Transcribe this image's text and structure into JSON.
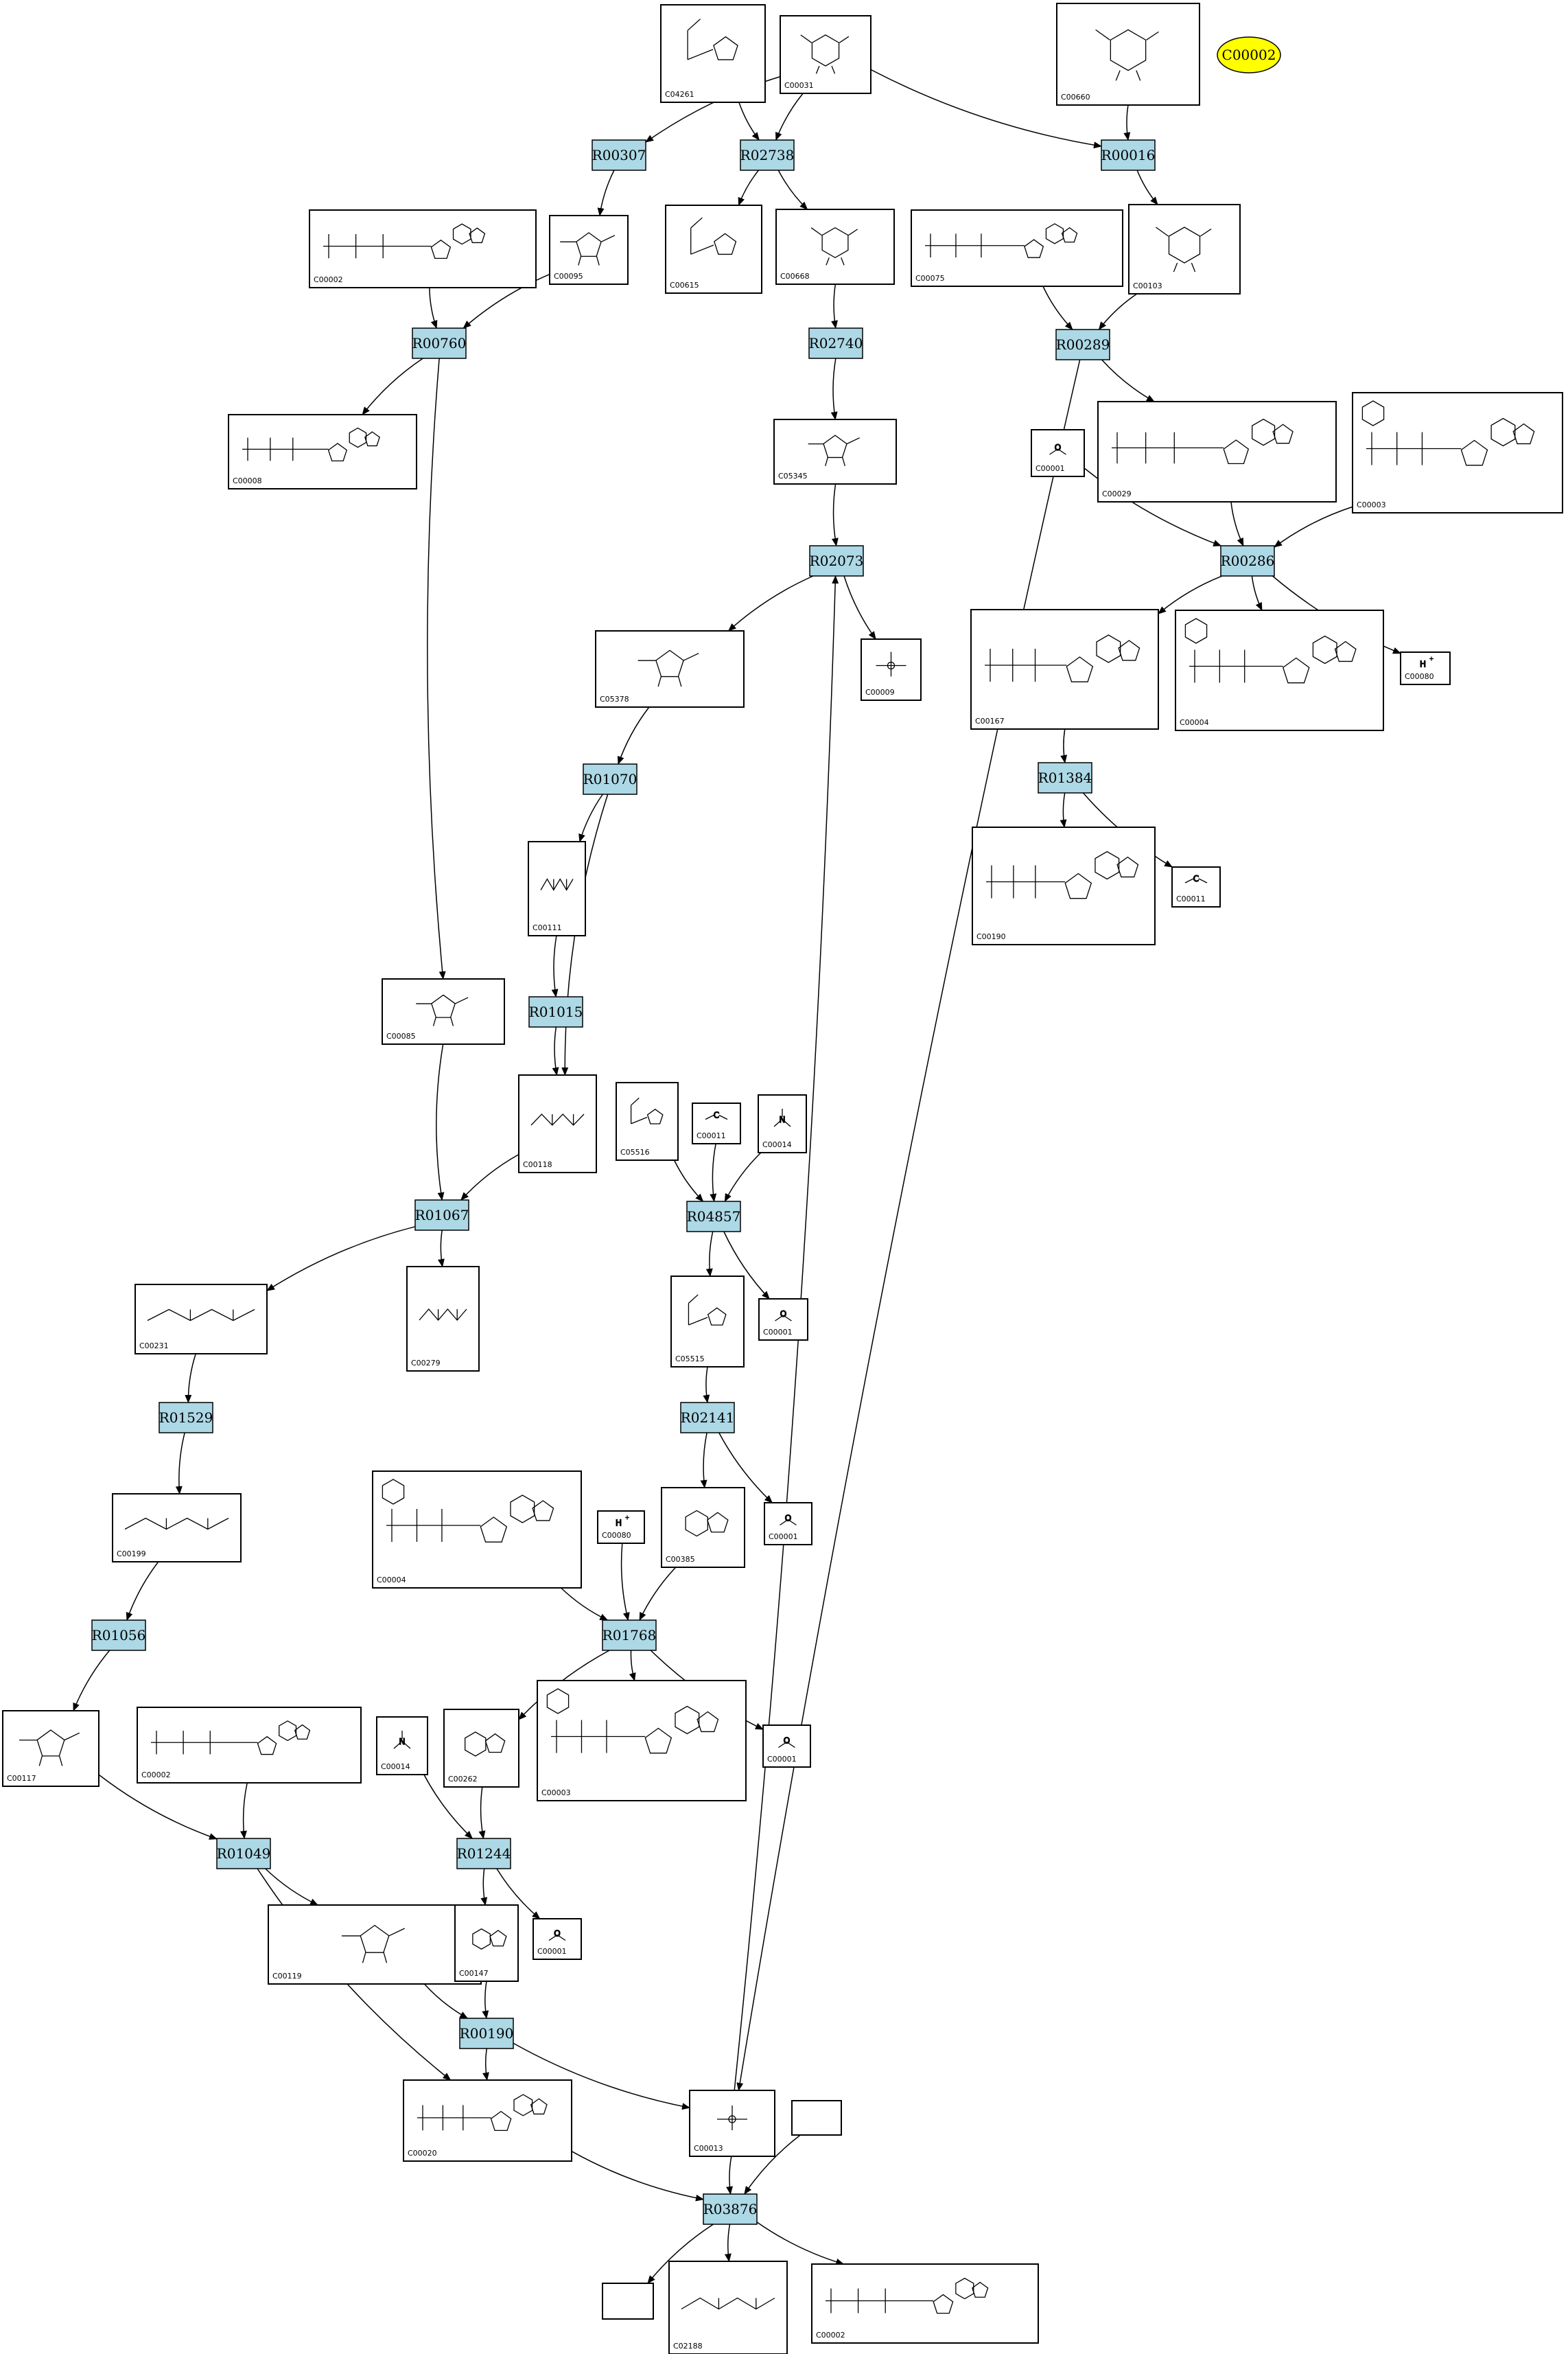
{
  "legend": {
    "label": "C00002",
    "color": "#ffff00"
  },
  "colors": {
    "reaction_fill": "#add8e6",
    "compound_fill": "#ffffff",
    "stroke": "#000000"
  },
  "reactions": [
    {
      "id": "R00307",
      "label": "R00307"
    },
    {
      "id": "R02738",
      "label": "R02738"
    },
    {
      "id": "R00016",
      "label": "R00016"
    },
    {
      "id": "R00760",
      "label": "R00760"
    },
    {
      "id": "R02740",
      "label": "R02740"
    },
    {
      "id": "R00289",
      "label": "R00289"
    },
    {
      "id": "R02073",
      "label": "R02073"
    },
    {
      "id": "R00286",
      "label": "R00286"
    },
    {
      "id": "R01070",
      "label": "R01070"
    },
    {
      "id": "R01384",
      "label": "R01384"
    },
    {
      "id": "R01015",
      "label": "R01015"
    },
    {
      "id": "R01067",
      "label": "R01067"
    },
    {
      "id": "R04857",
      "label": "R04857"
    },
    {
      "id": "R01529",
      "label": "R01529"
    },
    {
      "id": "R02141",
      "label": "R02141"
    },
    {
      "id": "R01768",
      "label": "R01768"
    },
    {
      "id": "R01056",
      "label": "R01056"
    },
    {
      "id": "R01049",
      "label": "R01049"
    },
    {
      "id": "R01244",
      "label": "R01244"
    },
    {
      "id": "R00190",
      "label": "R00190"
    },
    {
      "id": "R03876",
      "label": "R03876"
    }
  ],
  "compounds": [
    {
      "key": "c04261",
      "label": "C04261",
      "mol": "imidazole"
    },
    {
      "key": "c00031",
      "label": "C00031",
      "mol": "pyranose"
    },
    {
      "key": "c00660",
      "label": "C00660",
      "mol": "pyranose"
    },
    {
      "key": "c00002_a",
      "label": "C00002",
      "mol": "nucleotide"
    },
    {
      "key": "c00095",
      "label": "C00095",
      "mol": "furanose"
    },
    {
      "key": "c00615",
      "label": "C00615",
      "mol": "imidazole"
    },
    {
      "key": "c00668",
      "label": "C00668",
      "mol": "pyranose"
    },
    {
      "key": "c00075",
      "label": "C00075",
      "mol": "nucleotide"
    },
    {
      "key": "c00103",
      "label": "C00103",
      "mol": "pyranose"
    },
    {
      "key": "c00008",
      "label": "C00008",
      "mol": "nucleotide"
    },
    {
      "key": "c05345",
      "label": "C05345",
      "mol": "furanose"
    },
    {
      "key": "c00001_a",
      "label": "C00001",
      "mol": "water"
    },
    {
      "key": "c00029",
      "label": "C00029",
      "mol": "nucleotide"
    },
    {
      "key": "c00003_a",
      "label": "C00003",
      "mol": "dinucleotide"
    },
    {
      "key": "c05378",
      "label": "C05378",
      "mol": "furanose"
    },
    {
      "key": "c00009_a",
      "label": "C00009",
      "mol": "phosphate"
    },
    {
      "key": "c00167",
      "label": "C00167",
      "mol": "nucleotide"
    },
    {
      "key": "c00004_a",
      "label": "C00004",
      "mol": "dinucleotide"
    },
    {
      "key": "c00080_a",
      "label": "C00080",
      "mol": "proton"
    },
    {
      "key": "c00111",
      "label": "C00111",
      "mol": "chain"
    },
    {
      "key": "c00190",
      "label": "C00190",
      "mol": "nucleotide"
    },
    {
      "key": "c00011_a",
      "label": "C00011",
      "mol": "co2"
    },
    {
      "key": "c00085",
      "label": "C00085",
      "mol": "furanose"
    },
    {
      "key": "c00118",
      "label": "C00118",
      "mol": "chain"
    },
    {
      "key": "c05516",
      "label": "C05516",
      "mol": "imidazole"
    },
    {
      "key": "c00011_b",
      "label": "C00011",
      "mol": "co2"
    },
    {
      "key": "c00014_a",
      "label": "C00014",
      "mol": "ammonia"
    },
    {
      "key": "c00231",
      "label": "C00231",
      "mol": "chain"
    },
    {
      "key": "c00279",
      "label": "C00279",
      "mol": "chain"
    },
    {
      "key": "c05515",
      "label": "C05515",
      "mol": "imidazole"
    },
    {
      "key": "c00001_b",
      "label": "C00001",
      "mol": "water"
    },
    {
      "key": "c00199",
      "label": "C00199",
      "mol": "chain"
    },
    {
      "key": "c00385",
      "label": "C00385",
      "mol": "purine"
    },
    {
      "key": "c00001_c",
      "label": "C00001",
      "mol": "water"
    },
    {
      "key": "c00004_b",
      "label": "C00004",
      "mol": "dinucleotide"
    },
    {
      "key": "c00080_b",
      "label": "C00080",
      "mol": "proton"
    },
    {
      "key": "c00117",
      "label": "C00117",
      "mol": "furanose"
    },
    {
      "key": "c00002_b",
      "label": "C00002",
      "mol": "nucleotide"
    },
    {
      "key": "c00014_b",
      "label": "C00014",
      "mol": "ammonia"
    },
    {
      "key": "c00262",
      "label": "C00262",
      "mol": "purine"
    },
    {
      "key": "c00003_b",
      "label": "C00003",
      "mol": "dinucleotide"
    },
    {
      "key": "c00001_d",
      "label": "C00001",
      "mol": "water"
    },
    {
      "key": "c00119",
      "label": "C00119",
      "mol": "furanose"
    },
    {
      "key": "c00147",
      "label": "C00147",
      "mol": "purine"
    },
    {
      "key": "c00001_e",
      "label": "C00001",
      "mol": "water"
    },
    {
      "key": "c00020",
      "label": "C00020",
      "mol": "nucleotide"
    },
    {
      "key": "c00013",
      "label": "C00013",
      "mol": "phosphate"
    },
    {
      "key": "blank_a",
      "label": "",
      "mol": "none"
    },
    {
      "key": "c02188",
      "label": "C02188",
      "mol": "chain"
    },
    {
      "key": "c00002_c",
      "label": "C00002",
      "mol": "nucleotide"
    },
    {
      "key": "blank_b",
      "label": "",
      "mol": "none"
    }
  ],
  "edges": [
    [
      "c00031",
      "R00307"
    ],
    [
      "c00031",
      "R02738"
    ],
    [
      "c04261",
      "R02738"
    ],
    [
      "c00031",
      "R00016"
    ],
    [
      "c00660",
      "R00016"
    ],
    [
      "R00307",
      "c00095"
    ],
    [
      "R02738",
      "c00615"
    ],
    [
      "R02738",
      "c00668"
    ],
    [
      "R00016",
      "c00103"
    ],
    [
      "c00002_a",
      "R00760"
    ],
    [
      "c00095",
      "R00760"
    ],
    [
      "R00760",
      "c00008"
    ],
    [
      "R00760",
      "c00085"
    ],
    [
      "c00668",
      "R02740"
    ],
    [
      "R02740",
      "c05345"
    ],
    [
      "c05345",
      "R02073"
    ],
    [
      "c00075",
      "R00289"
    ],
    [
      "c00103",
      "R00289"
    ],
    [
      "R00289",
      "c00029"
    ],
    [
      "R00289",
      "c00013"
    ],
    [
      "c00001_a",
      "R00286"
    ],
    [
      "c00029",
      "R00286"
    ],
    [
      "c00003_a",
      "R00286"
    ],
    [
      "R02073",
      "c05378"
    ],
    [
      "R02073",
      "c00009_a"
    ],
    [
      "R00286",
      "c00167"
    ],
    [
      "R00286",
      "c00004_a"
    ],
    [
      "R00286",
      "c00080_a"
    ],
    [
      "c05378",
      "R01070"
    ],
    [
      "R01070",
      "c00111"
    ],
    [
      "R01070",
      "c00118"
    ],
    [
      "c00167",
      "R01384"
    ],
    [
      "R01384",
      "c00190"
    ],
    [
      "R01384",
      "c00011_a"
    ],
    [
      "c00111",
      "R01015"
    ],
    [
      "R01015",
      "c00118"
    ],
    [
      "c00085",
      "R01067"
    ],
    [
      "c00118",
      "R01067"
    ],
    [
      "R01067",
      "c00231"
    ],
    [
      "R01067",
      "c00279"
    ],
    [
      "c05516",
      "R04857"
    ],
    [
      "c00011_b",
      "R04857"
    ],
    [
      "c00014_a",
      "R04857"
    ],
    [
      "R04857",
      "c05515"
    ],
    [
      "R04857",
      "c00001_b"
    ],
    [
      "c00231",
      "R01529"
    ],
    [
      "R01529",
      "c00199"
    ],
    [
      "c05515",
      "R02141"
    ],
    [
      "R02141",
      "c00385"
    ],
    [
      "R02141",
      "c00001_c"
    ],
    [
      "c00004_b",
      "R01768"
    ],
    [
      "c00080_b",
      "R01768"
    ],
    [
      "c00385",
      "R01768"
    ],
    [
      "R01768",
      "c00262"
    ],
    [
      "R01768",
      "c00003_b"
    ],
    [
      "R01768",
      "c00001_d"
    ],
    [
      "c00199",
      "R01056"
    ],
    [
      "R01056",
      "c00117"
    ],
    [
      "c00117",
      "R01049"
    ],
    [
      "c00002_b",
      "R01049"
    ],
    [
      "R01049",
      "c00119"
    ],
    [
      "R01049",
      "c00020"
    ],
    [
      "c00014_b",
      "R01244"
    ],
    [
      "c00262",
      "R01244"
    ],
    [
      "R01244",
      "c00147"
    ],
    [
      "R01244",
      "c00001_e"
    ],
    [
      "c00119",
      "R00190"
    ],
    [
      "c00147",
      "R00190"
    ],
    [
      "R00190",
      "c00020"
    ],
    [
      "R00190",
      "c00013"
    ],
    [
      "c00013",
      "R02073"
    ],
    [
      "c00020",
      "R03876"
    ],
    [
      "c00013",
      "R03876"
    ],
    [
      "blank_a",
      "R03876"
    ],
    [
      "R03876",
      "blank_b"
    ],
    [
      "R03876",
      "c02188"
    ],
    [
      "R03876",
      "c00002_c"
    ]
  ]
}
